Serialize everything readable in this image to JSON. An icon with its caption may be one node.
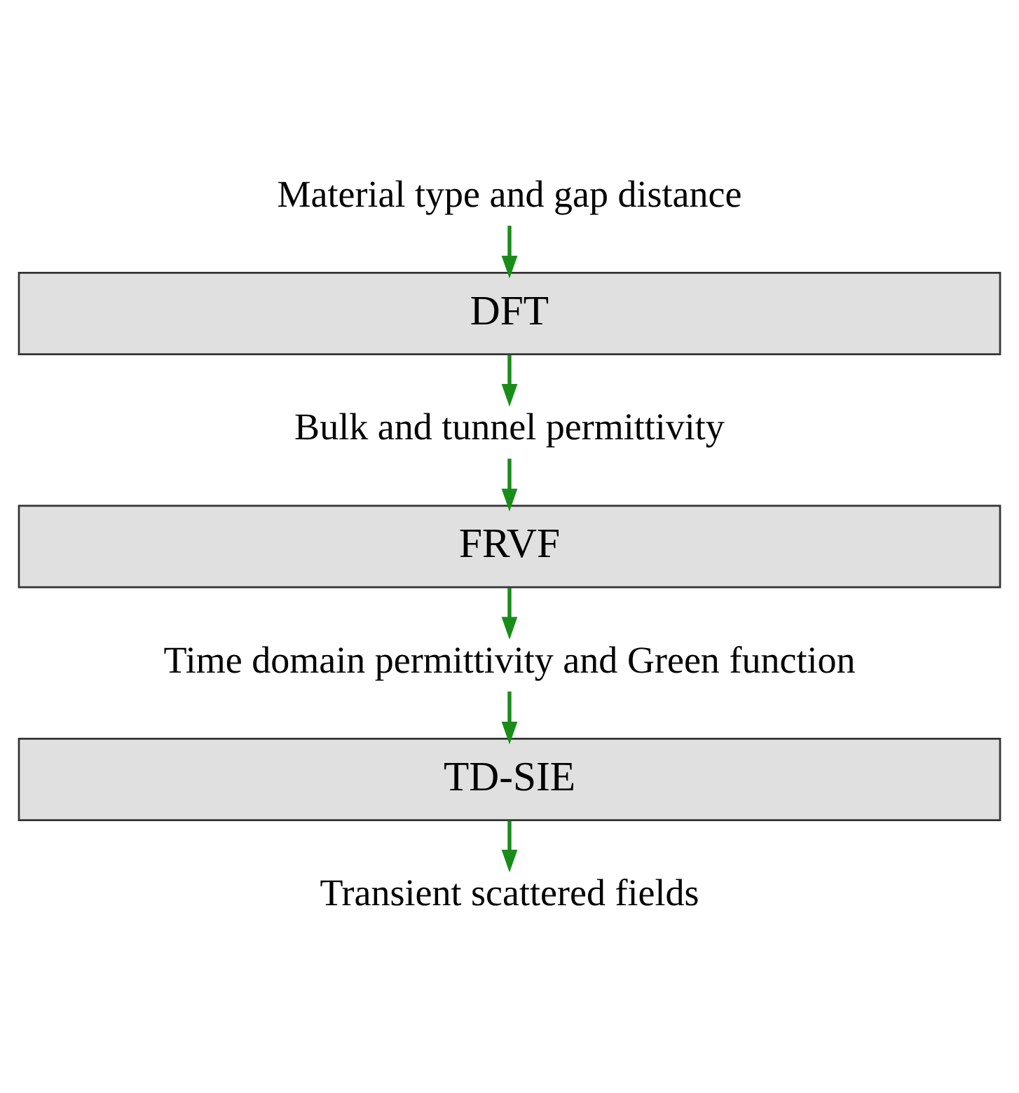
{
  "diagram": {
    "nodes": [
      {
        "text": [
          "Material type and gap distance"
        ]
      },
      {
        "text": [
          "DFT"
        ]
      },
      {
        "text": [
          "Bulk and tunnel permittivity"
        ]
      },
      {
        "text": [
          "FRVF"
        ]
      },
      {
        "text": [
          "Time domain permittivity and Green function"
        ]
      },
      {
        "text": [
          "TD-SIE"
        ]
      },
      {
        "text": [
          "Transient scattered fields"
        ]
      }
    ],
    "edges": [
      {
        "from": 0,
        "to": 1,
        "arrow": "to"
      },
      {
        "from": 1,
        "to": 2,
        "arrow": "to"
      },
      {
        "from": 2,
        "to": 3,
        "arrow": "to"
      },
      {
        "from": 3,
        "to": 4,
        "arrow": "to"
      },
      {
        "from": 4,
        "to": 5,
        "arrow": "to"
      },
      {
        "from": 5,
        "to": 6,
        "arrow": "to"
      }
    ]
  }
}
